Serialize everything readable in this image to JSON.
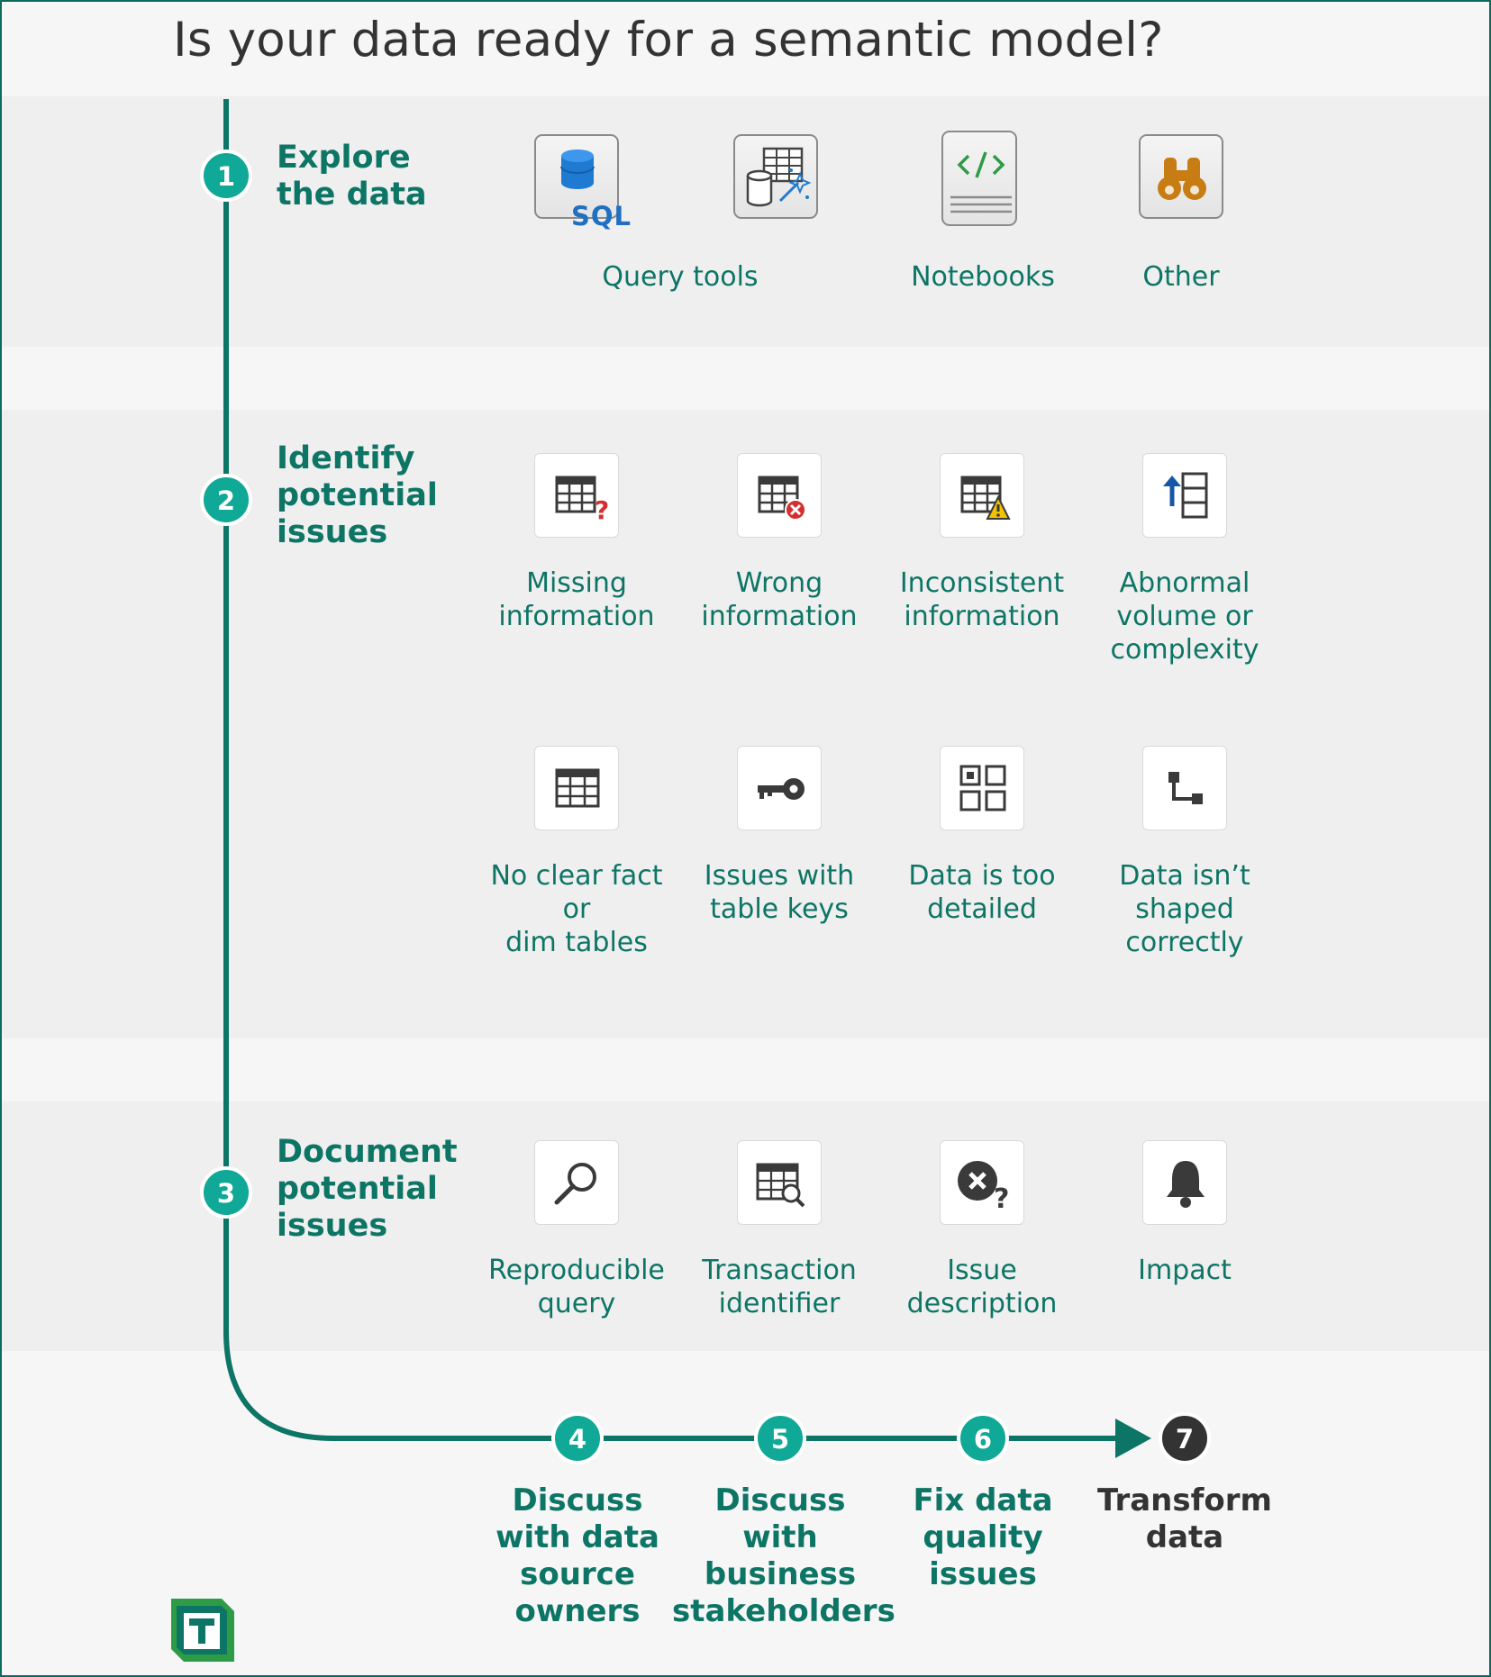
{
  "title": "Is your data ready for a semantic model?",
  "stages": [
    {
      "number": "1",
      "label": "Explore\nthe data"
    },
    {
      "number": "2",
      "label": "Identify\npotential\nissues"
    },
    {
      "number": "3",
      "label": "Document\npotential\nissues"
    }
  ],
  "explore": {
    "query_tools": "Query tools",
    "notebooks": "Notebooks",
    "other": "Other",
    "sql_badge": "SQL"
  },
  "issues": [
    "Missing\ninformation",
    "Wrong\ninformation",
    "Inconsistent\ninformation",
    "Abnormal\nvolume or\ncomplexity",
    "No clear fact or\ndim tables",
    "Issues with\ntable keys",
    "Data is too\ndetailed",
    "Data isn’t\nshaped\ncorrectly"
  ],
  "document": [
    "Reproducible\nquery",
    "Transaction\nidentifier",
    "Issue\ndescription",
    "Impact"
  ],
  "steps": [
    {
      "number": "4",
      "label": "Discuss\nwith data\nsource\nowners"
    },
    {
      "number": "5",
      "label": "Discuss with\nbusiness\nstakeholders"
    },
    {
      "number": "6",
      "label": "Fix data\nquality\nissues"
    },
    {
      "number": "7",
      "label": "Transform\ndata"
    }
  ],
  "colors": {
    "accent": "#0d7565",
    "circle": "#10a896",
    "dark": "#333333",
    "band": "#efefef",
    "background": "#f6f6f6"
  },
  "icons": {
    "query_tools": [
      "sql-database-icon",
      "table-magic-wand-icon"
    ],
    "notebooks": "code-notebook-icon",
    "other": "binoculars-icon",
    "issues": [
      "table-question-icon",
      "table-error-icon",
      "table-warning-icon",
      "upload-list-icon",
      "grid-table-icon",
      "key-icon",
      "grid-tiles-icon",
      "hierarchy-shape-icon"
    ],
    "document": [
      "magnifier-icon",
      "table-search-icon",
      "error-question-icon",
      "bell-icon"
    ],
    "logo": "brand-t-logo"
  }
}
